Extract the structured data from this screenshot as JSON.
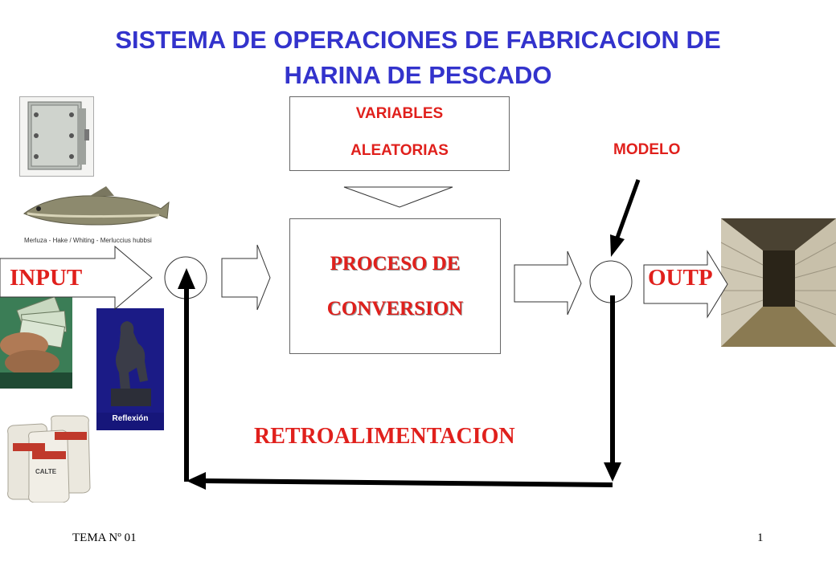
{
  "title_line1": "SISTEMA DE OPERACIONES DE FABRICACION DE",
  "title_line2": "HARINA DE PESCADO",
  "variables_line1": "VARIABLES",
  "variables_line2": "ALEATORIAS",
  "modelo": "MODELO",
  "process_line1": "PROCESO DE",
  "process_line2": "CONVERSION",
  "input": "INPUT",
  "output": "OUTP",
  "feedback": "RETROALIMENTACION",
  "fish_caption": "Merluza - Hake / Whiting - Merluccius hubbsi",
  "statue_caption": "Reflexión",
  "footer_left": "TEMA Nº 01",
  "footer_right": "1",
  "colors": {
    "title": "#3333cc",
    "label": "#e0201c"
  },
  "icons": [
    "machine-image",
    "fish-image",
    "money-hands-image",
    "thinker-statue-image",
    "bags-image",
    "warehouse-image"
  ]
}
